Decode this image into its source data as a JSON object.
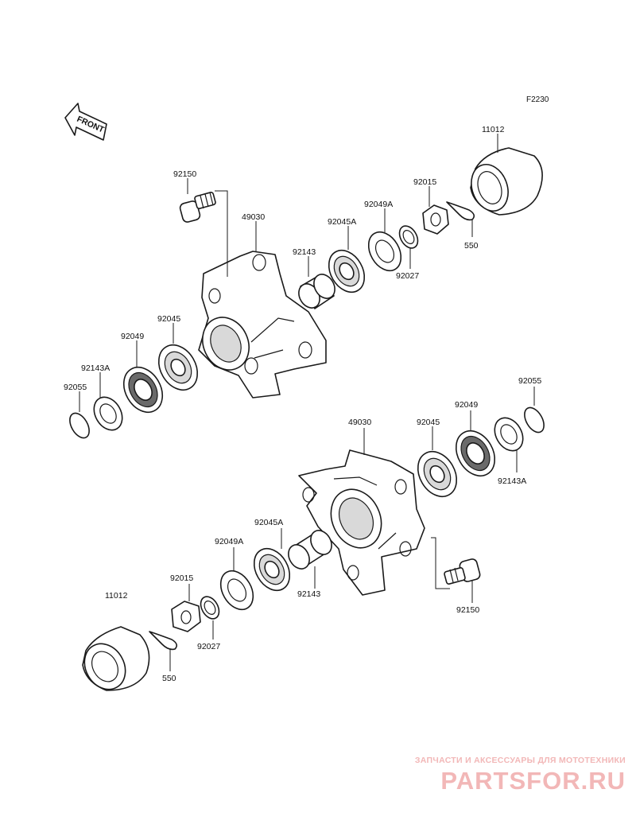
{
  "diagram_code": "F2230",
  "front_label": "FRONT",
  "colors": {
    "watermark": "#f2b7b7",
    "line": "#1a1a1a"
  },
  "top_assembly": {
    "labels": {
      "cap": "11012",
      "bolt": "92150",
      "hub": "49030",
      "nut": "92015",
      "washer": "92049A",
      "bearing_outer": "92045A",
      "spacer": "92143",
      "collar": "92027",
      "cotter_pin": "550",
      "bearing_inner": "92045",
      "seal": "92049",
      "seal_collar": "92143A",
      "o_ring": "92055"
    }
  },
  "bottom_assembly": {
    "labels": {
      "o_ring": "92055",
      "hub": "49030",
      "bearing_inner": "92045",
      "seal": "92049",
      "seal_collar": "92143A",
      "bearing_outer": "92045A",
      "washer": "92049A",
      "nut": "92015",
      "cap": "11012",
      "spacer": "92143",
      "bolt": "92150",
      "collar": "92027",
      "cotter_pin": "550"
    }
  },
  "watermark": {
    "caption": "ЗАПЧАСТИ И АКСЕССУАРЫ ДЛЯ МОТОТЕХНИКИ",
    "logo_text": "PARTSFOR.RU"
  }
}
